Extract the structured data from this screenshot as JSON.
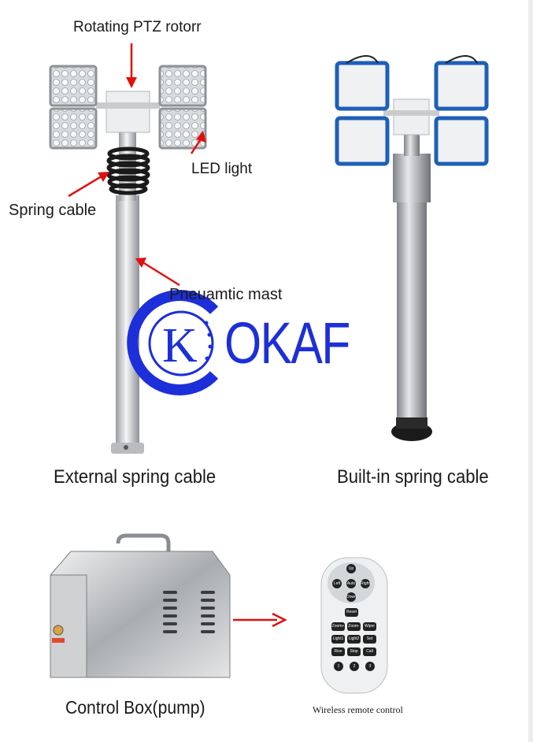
{
  "labels": {
    "ptz": "Rotating PTZ rotorr",
    "led": "LED light",
    "spring": "Spring cable",
    "mast": "Pneuamtic mast"
  },
  "captions": {
    "external": "External spring cable",
    "builtin": "Built-in spring cable",
    "control_box": "Control Box(pump)",
    "remote": "Wireless remote control"
  },
  "logo": {
    "letter": "K",
    "text": "OKAF"
  },
  "remote_buttons": {
    "up": "Up",
    "left": "Left",
    "auto": "Auto",
    "right": "Right",
    "down": "Down",
    "reset": "Reset",
    "zoom_in": "Zoom+",
    "zoom_out": "Zoom-",
    "wiper": "Wiper",
    "light1": "Light1",
    "light2": "Light2",
    "set": "Set",
    "rise": "Rise",
    "stop": "Stop",
    "call": "Call",
    "n1": "1",
    "n2": "2",
    "n3": "3"
  },
  "colors": {
    "arrow": "#e01010",
    "logo": "#1d2fd8",
    "lamp_frame_blue": "#1e5fb8"
  }
}
